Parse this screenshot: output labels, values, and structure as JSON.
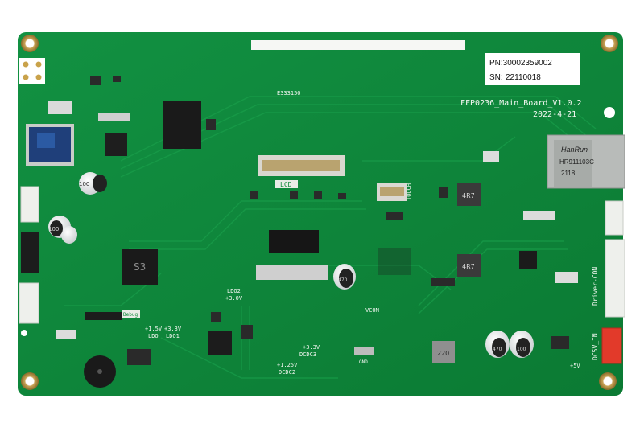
{
  "colors": {
    "pcb": "#0f8a3a",
    "pcb_dark": "#0a6f2d",
    "silk": "#f4f7f2",
    "chip": "#1c1c1c",
    "header_white": "#eef0ec",
    "header_red": "#e23a2a",
    "gold": "#c9a24a"
  },
  "labels": {
    "pn": "PN:30002359002",
    "sn_prefix": "SN:",
    "sn_value": "22110018",
    "board_name": "FFP0236_Main_Board_V1.0.2",
    "date": "2022-4-21",
    "e_code": "E333150",
    "lcd": "LCD",
    "touch": "TOUCH",
    "ethernet_chip_brand": "HanRun",
    "ethernet_chip_model": "HR911103C",
    "ethernet_chip_date": "2118",
    "inductor_top": "4R7",
    "inductor_mid": "4R7",
    "inductor_bottom": "220",
    "dcdc3": "DCDC3",
    "v33": "+3.3V",
    "dcdc2": "DCDC2",
    "v125": "+1.25V",
    "ldo2": "LDO2",
    "v30": "+3.0V",
    "v15": "+1.5V",
    "ldo": "LDO",
    "v33_2": "+3.3V",
    "ldo1": "LDO1",
    "gnd": "GND",
    "vcom": "VCOM",
    "v5": "+5V",
    "dc5v_in": "DC5V_IN",
    "driver_con": "Driver-CON",
    "debug": "Debug",
    "cap_a": "100",
    "cap_b": "100",
    "cap_c": "470",
    "cap_d": "470",
    "cap_e": "100",
    "cpu_mark": "S3"
  }
}
